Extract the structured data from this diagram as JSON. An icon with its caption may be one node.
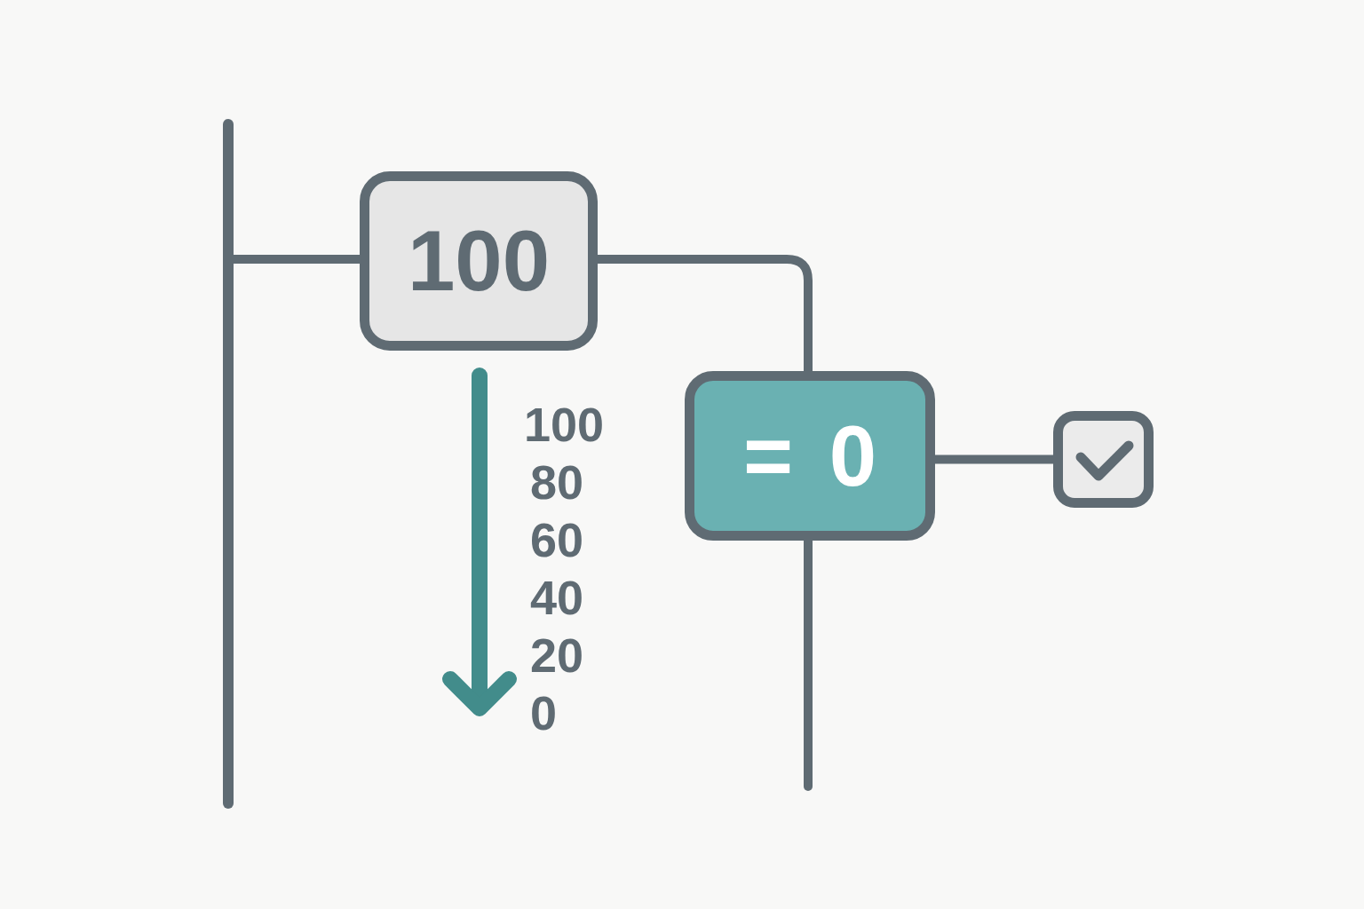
{
  "diagram": {
    "nodes": [
      {
        "text": [],
        "shape": "bar"
      },
      {
        "text": [
          "100"
        ]
      },
      {
        "text": [
          "= 0"
        ]
      },
      {
        "text": [],
        "shape": "box"
      }
    ],
    "edges": [
      {
        "from": 0,
        "to": 1,
        "arrow": "none"
      },
      {
        "from": 1,
        "to": 2,
        "arrow": "none"
      },
      {
        "from": 2,
        "to": 3,
        "arrow": "none"
      },
      {
        "from": 2,
        "to": null,
        "arrow": "none"
      }
    ],
    "labels": [
      "100",
      "80",
      "60",
      "40",
      "20",
      "0"
    ]
  }
}
